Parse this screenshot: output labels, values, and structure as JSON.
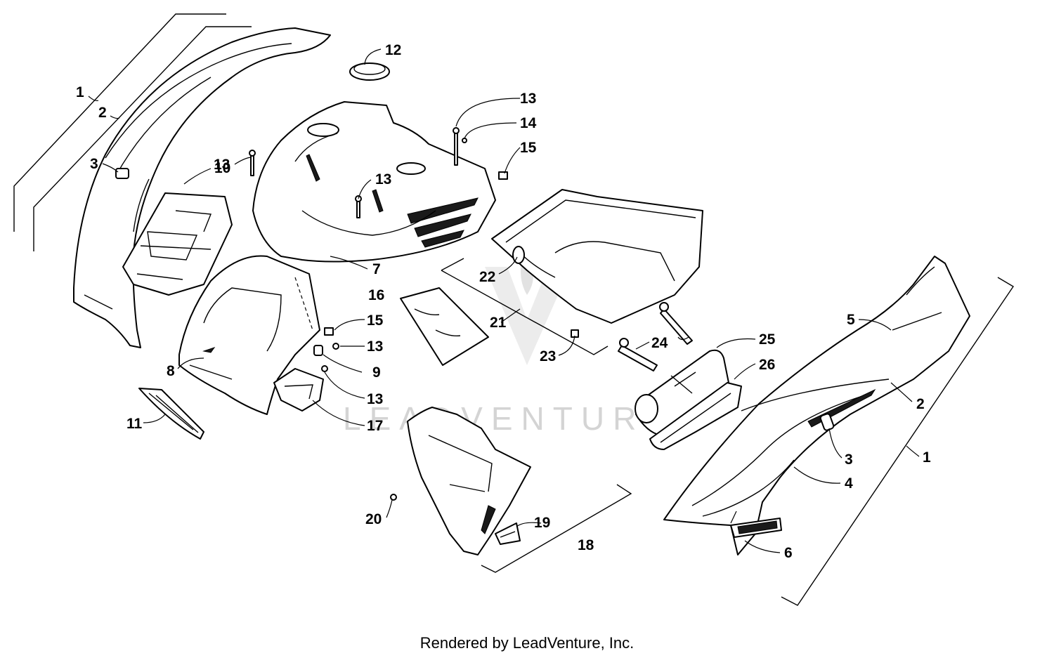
{
  "watermark": "LEADVENTURE",
  "footer": "Rendered by LeadVenture, Inc.",
  "callouts": [
    {
      "id": "c1a",
      "label": "1"
    },
    {
      "id": "c2a",
      "label": "2"
    },
    {
      "id": "c3a",
      "label": "3"
    },
    {
      "id": "c10",
      "label": "10"
    },
    {
      "id": "c12",
      "label": "12"
    },
    {
      "id": "c13a",
      "label": "13"
    },
    {
      "id": "c13b",
      "label": "13"
    },
    {
      "id": "c13c",
      "label": "13"
    },
    {
      "id": "c14",
      "label": "14"
    },
    {
      "id": "c15a",
      "label": "15"
    },
    {
      "id": "c7",
      "label": "7"
    },
    {
      "id": "c22",
      "label": "22"
    },
    {
      "id": "c16",
      "label": "16"
    },
    {
      "id": "c21",
      "label": "21"
    },
    {
      "id": "c15b",
      "label": "15"
    },
    {
      "id": "c13d",
      "label": "13"
    },
    {
      "id": "c9",
      "label": "9"
    },
    {
      "id": "c8",
      "label": "8"
    },
    {
      "id": "c23",
      "label": "23"
    },
    {
      "id": "c24",
      "label": "24"
    },
    {
      "id": "c25",
      "label": "25"
    },
    {
      "id": "c26",
      "label": "26"
    },
    {
      "id": "c5",
      "label": "5"
    },
    {
      "id": "c2b",
      "label": "2"
    },
    {
      "id": "c13e",
      "label": "13"
    },
    {
      "id": "c11",
      "label": "11"
    },
    {
      "id": "c17",
      "label": "17"
    },
    {
      "id": "c3b",
      "label": "3"
    },
    {
      "id": "c1b",
      "label": "1"
    },
    {
      "id": "c4",
      "label": "4"
    },
    {
      "id": "c20",
      "label": "20"
    },
    {
      "id": "c19",
      "label": "19"
    },
    {
      "id": "c18",
      "label": "18"
    },
    {
      "id": "c6",
      "label": "6"
    }
  ]
}
